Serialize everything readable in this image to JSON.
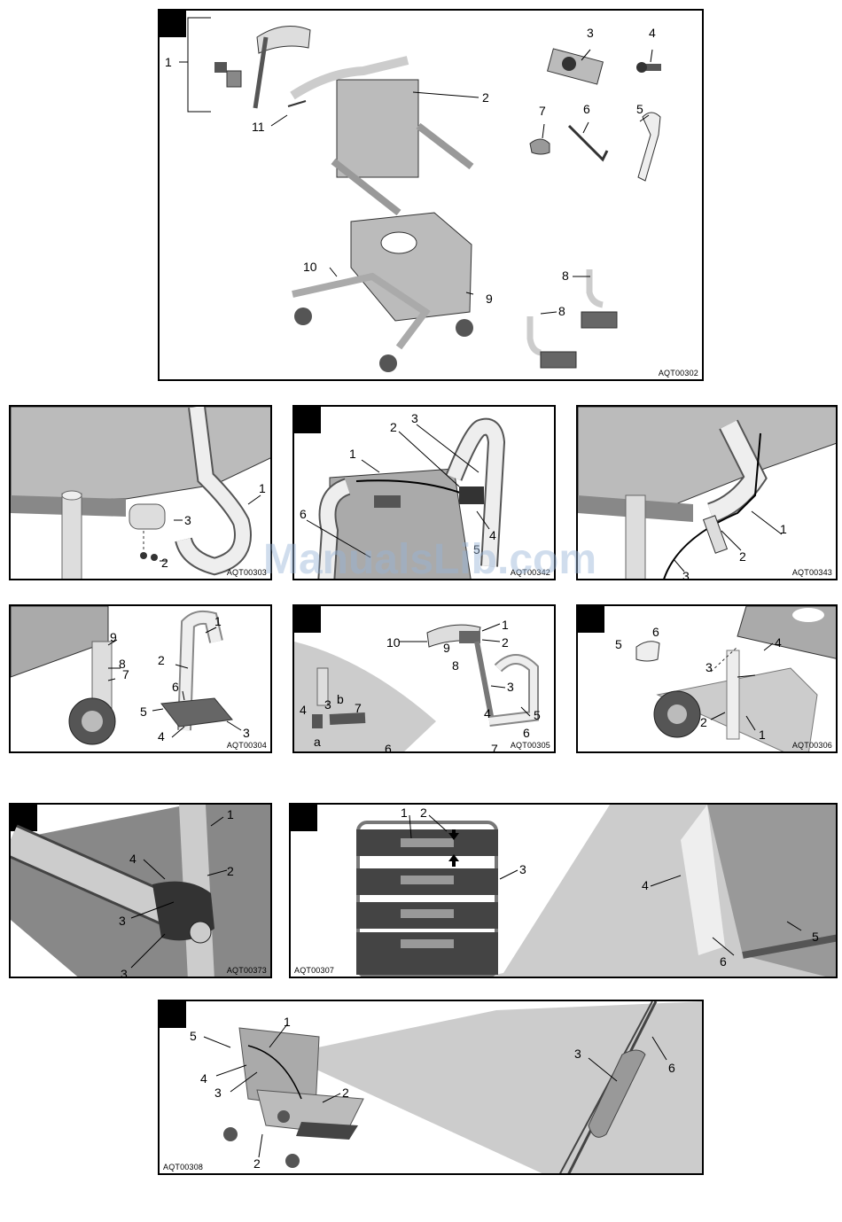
{
  "watermark": "ManualsLib.com",
  "panels": [
    {
      "code": "AQT00302",
      "labels": [
        "1",
        "2",
        "3",
        "4",
        "5",
        "6",
        "7",
        "8",
        "8",
        "9",
        "10",
        "11"
      ]
    },
    {
      "code": "AQT00303",
      "labels": [
        "1",
        "2",
        "3"
      ]
    },
    {
      "code": "AQT00342",
      "labels": [
        "1",
        "2",
        "3",
        "4",
        "5",
        "6"
      ]
    },
    {
      "code": "AQT00343",
      "labels": [
        "1",
        "2",
        "3"
      ]
    },
    {
      "code": "AQT00304",
      "labels": [
        "1",
        "2",
        "3",
        "4",
        "5",
        "6",
        "7",
        "8",
        "9"
      ]
    },
    {
      "code": "AQT00305",
      "labels": [
        "1",
        "2",
        "3",
        "4",
        "5",
        "6",
        "7",
        "8",
        "9",
        "10",
        "3",
        "4",
        "7",
        "6",
        "a",
        "b"
      ]
    },
    {
      "code": "AQT00306",
      "labels": [
        "1",
        "2",
        "3",
        "4",
        "5",
        "6"
      ]
    },
    {
      "code": "AQT00373",
      "labels": [
        "1",
        "2",
        "3",
        "3",
        "4"
      ]
    },
    {
      "code": "AQT00307",
      "labels": [
        "1",
        "2",
        "3",
        "4",
        "5",
        "6"
      ]
    },
    {
      "code": "AQT00308",
      "labels": [
        "1",
        "2",
        "2",
        "3",
        "3",
        "4",
        "5",
        "6"
      ]
    }
  ]
}
